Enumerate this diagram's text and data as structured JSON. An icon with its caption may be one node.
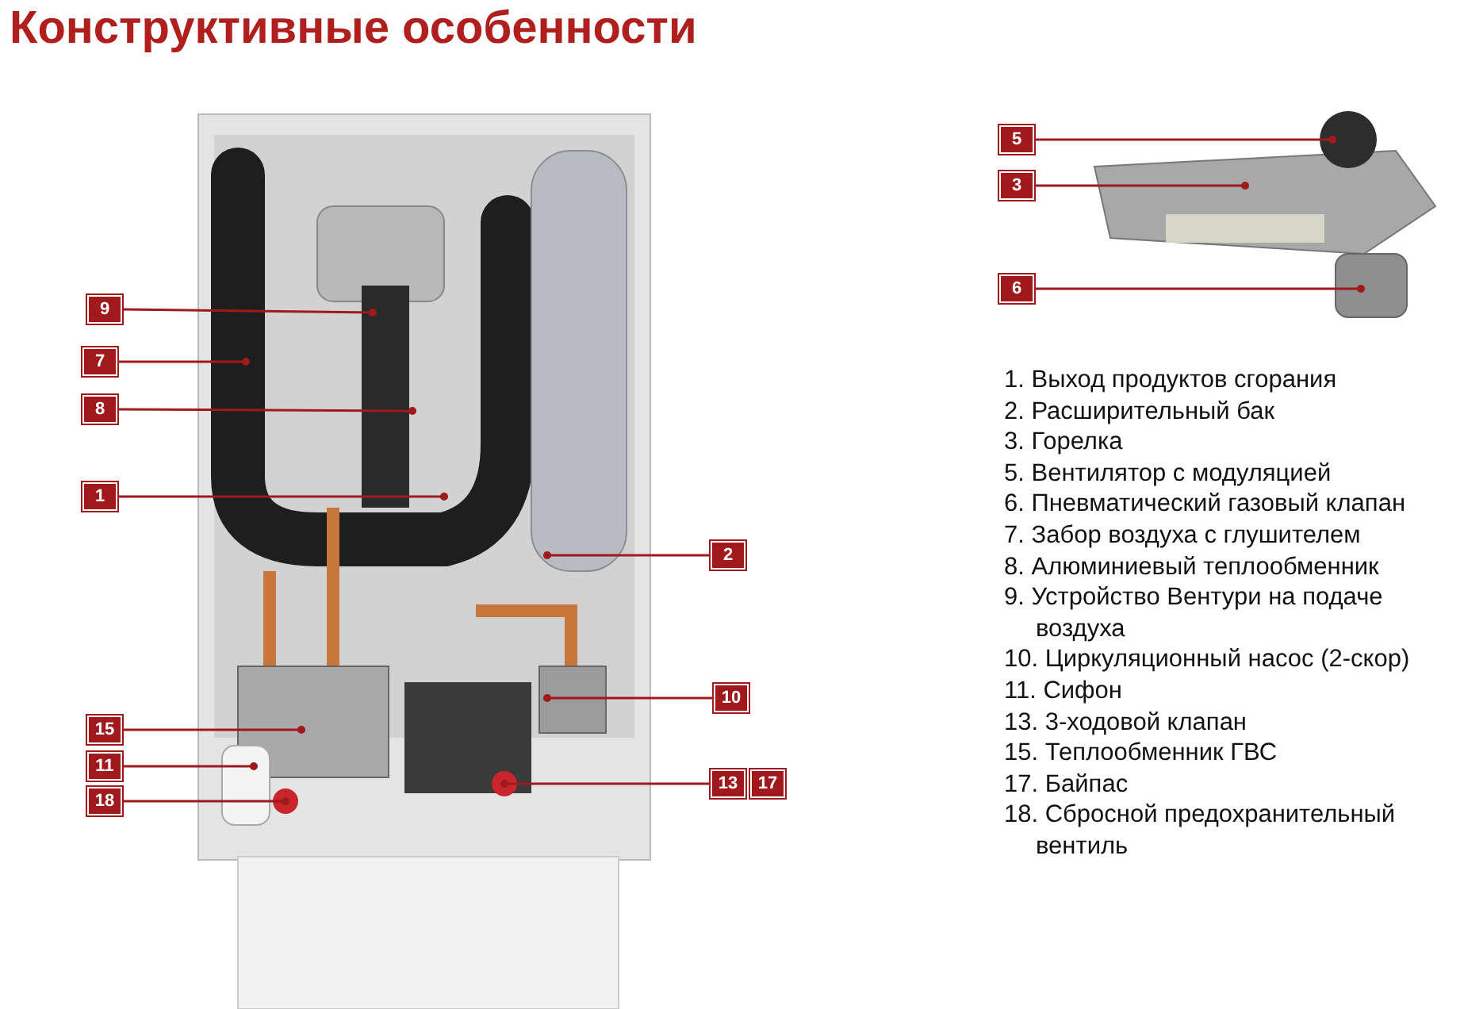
{
  "diagram": {
    "title": "Конструктивные особенности",
    "nodes": [
      {
        "text": [
          "5"
        ]
      },
      {
        "text": [
          "3"
        ]
      },
      {
        "text": [
          "6"
        ]
      },
      {
        "text": [
          "9"
        ]
      },
      {
        "text": [
          "7"
        ]
      },
      {
        "text": [
          "8"
        ]
      },
      {
        "text": [
          "1"
        ]
      },
      {
        "text": [
          "2"
        ]
      },
      {
        "text": [
          "10"
        ]
      },
      {
        "text": [
          "15"
        ]
      },
      {
        "text": [
          "11"
        ]
      },
      {
        "text": [
          "13"
        ]
      },
      {
        "text": [
          "17"
        ]
      },
      {
        "text": [
          "18"
        ]
      }
    ],
    "edges": [
      {
        "from": 0,
        "to": null,
        "arrow": "other"
      },
      {
        "from": 1,
        "to": null,
        "arrow": "other"
      },
      {
        "from": 2,
        "to": null,
        "arrow": "other"
      },
      {
        "from": 3,
        "to": null,
        "arrow": "other"
      },
      {
        "from": 4,
        "to": null,
        "arrow": "other"
      },
      {
        "from": 5,
        "to": null,
        "arrow": "other"
      },
      {
        "from": 6,
        "to": null,
        "arrow": "other"
      },
      {
        "from": 7,
        "to": null,
        "arrow": "other"
      },
      {
        "from": 8,
        "to": null,
        "arrow": "other"
      },
      {
        "from": 9,
        "to": null,
        "arrow": "other"
      },
      {
        "from": 10,
        "to": null,
        "arrow": "other"
      },
      {
        "from": 11,
        "to": null,
        "arrow": "other"
      },
      {
        "from": 13,
        "to": null,
        "arrow": "other"
      }
    ],
    "labels": [
      "1. Выход продуктов сгорания",
      "2. Расширительный бак",
      "3. Горелка",
      "5. Вентилятор с модуляцией",
      "6. Пневматический газовый клапан",
      "7. Забор воздуха с глушителем",
      "8. Алюминиевый теплообменник",
      "9. Устройство Вентури на подаче воздуха",
      "10. Циркуляционный насос (2-скор)",
      "11. Сифон",
      "13. 3-ходовой клапан",
      "15. Теплообменник ГВС",
      "17. Байпас",
      "18. Сбросной предохранительный вентиль"
    ]
  }
}
